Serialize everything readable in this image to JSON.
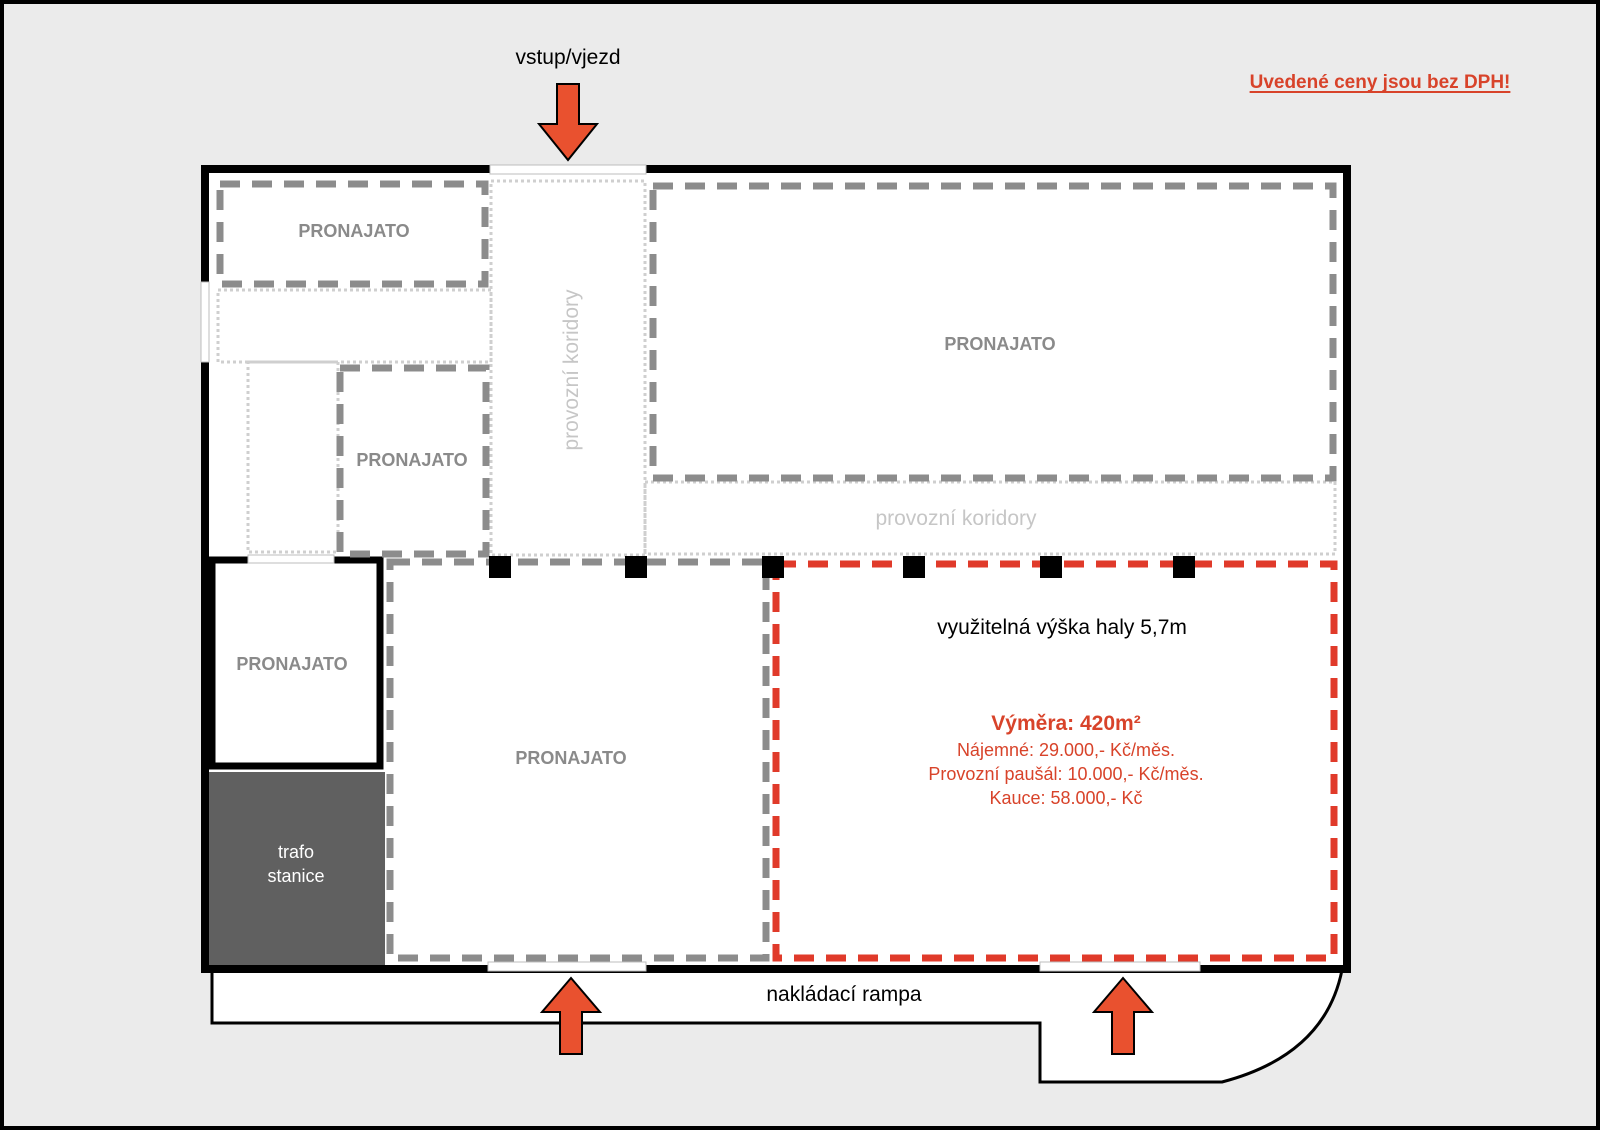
{
  "entrance_label": "vstup/vjezd",
  "price_note": "Uvedené ceny jsou bez DPH!",
  "units": {
    "top_left": "PRONAJATO",
    "top_right": "PRONAJATO",
    "middle_left": "PRONAJATO",
    "bottom_left": "PRONAJATO",
    "bottom_middle": "PRONAJATO"
  },
  "corridor_vertical": "provozní koridory",
  "corridor_horizontal": "provozní koridory",
  "transformer": {
    "line1": "trafo",
    "line2": "stanice"
  },
  "available": {
    "height_note": "využitelná výška haly 5,7m",
    "area": "Výměra: 420m²",
    "rent": "Nájemné: 29.000,- Kč/měs.",
    "service_fee": "Provozní paušál: 10.000,- Kč/měs.",
    "deposit": "Kauce: 58.000,- Kč"
  },
  "ramp_label": "nakládací rampa",
  "colors": {
    "arrow": "#e9512f",
    "available_outline": "#e03a2a",
    "available_text": "#d8432a",
    "rented_outline": "#8c8c8c",
    "rented_text": "#8a8a8a",
    "corridor_text": "#c6c6c6",
    "transformer_fill": "#606060",
    "page_bg": "#ebebeb"
  }
}
